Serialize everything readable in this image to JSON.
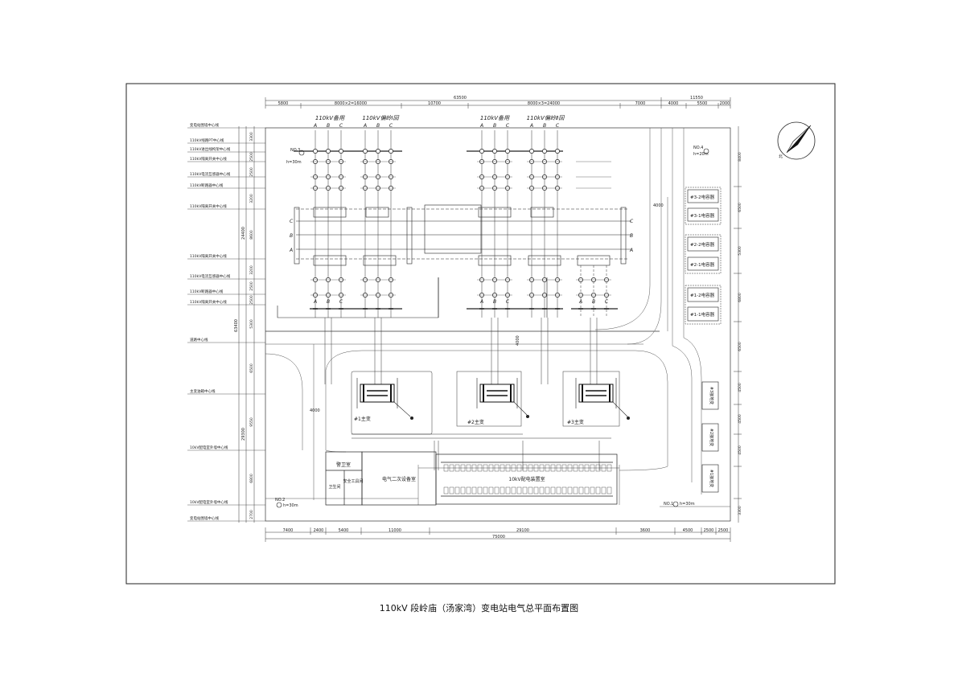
{
  "caption": "110kV 段岭庙（汤家湾）变电站电气总平面布置图",
  "dimensions": {
    "top_overall": [
      "63500",
      "11550"
    ],
    "top_segments": [
      "5800",
      "8000×2=16000",
      "10700",
      "8000×3=24000",
      "7000",
      "4000",
      "5500",
      "2000"
    ],
    "bottom_overall": "75000",
    "bottom_segments": [
      "7400",
      "2400",
      "5400",
      "11000",
      "29100",
      "3600",
      "4500",
      "2500",
      "2500"
    ],
    "left_overall": [
      "63400",
      "24400",
      "29300"
    ],
    "left_segments": [
      "3300",
      "2500",
      "2500",
      "3200",
      "8600",
      "3200",
      "2500",
      "2500",
      "5300",
      "6500",
      "9550",
      "6800",
      "2700"
    ],
    "right_segments": [
      "8400",
      "6500",
      "5300",
      "6800",
      "6500",
      "4500",
      "4500",
      "4500",
      "3300"
    ],
    "inner": [
      "4000",
      "4000",
      "4000"
    ]
  },
  "left_labels": [
    "变电站围墙中心线",
    "110kV线路PT中心线",
    "110kV进出线构架中心线",
    "110kV隔离开关中心线",
    "110kV电流互感器中心线",
    "110kV断路器中心线",
    "110kV隔离开关中心线",
    "110kV隔离开关中心线",
    "110kV电流互感器中心线",
    "110kV断路器中心线",
    "110kV隔离开关中心线",
    "道路中心线",
    "主变油箱中心线",
    "10kV配电室外墙中心线",
    "10kV配电室外墙中心线",
    "变电站围墙中心线"
  ],
  "bay_titles": [
    "110kV备用",
    "110kV偏岭Ⅰ回",
    "110kV备用",
    "110kV偏岭Ⅱ回"
  ],
  "phases": [
    "A",
    "B",
    "C"
  ],
  "lightning_rods": [
    {
      "no": "NO.3",
      "h": "h=30m"
    },
    {
      "no": "NO.4",
      "h": "h=20m"
    },
    {
      "no": "NO.2",
      "h": "h=30m"
    },
    {
      "no": "NO.1",
      "h": "h=30m"
    }
  ],
  "capacitors": [
    "#3-2电容器",
    "#3-1电容器",
    "#2-2电容器",
    "#2-1电容器",
    "#1-2电容器",
    "#1-1电容器"
  ],
  "grounding_transformers": [
    "#3接地变",
    "#2接地变",
    "#1接地变"
  ],
  "transformers": [
    "#1主变",
    "#2主变",
    "#3主变"
  ],
  "rooms": {
    "guard": "警卫室",
    "toilet": "卫生间",
    "tools": "安全工具间",
    "secondary": "电气二次设备室",
    "switchgear": "10kV配电装置室"
  },
  "north_label": "北"
}
